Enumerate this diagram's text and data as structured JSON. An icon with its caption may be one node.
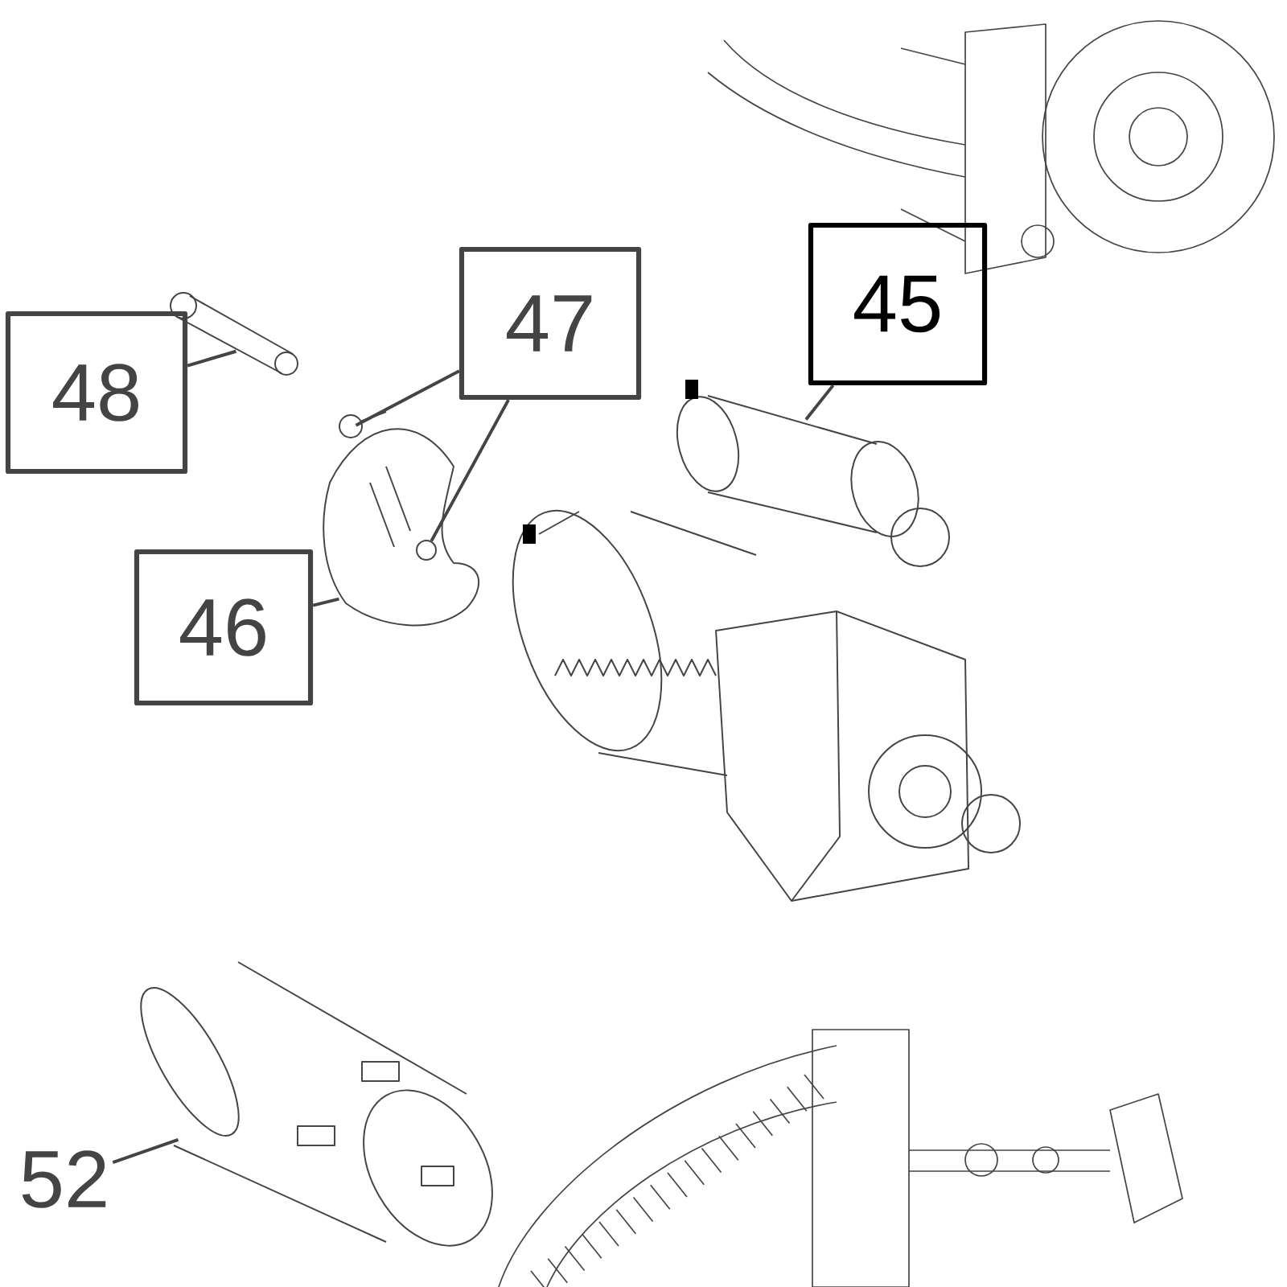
{
  "diagram": {
    "nodes": [
      {
        "text": [
          "45"
        ]
      },
      {
        "text": [
          "47"
        ]
      },
      {
        "text": [
          "48"
        ]
      },
      {
        "text": [
          "46"
        ]
      },
      {
        "text": [
          "52"
        ]
      },
      {
        "text": [],
        "shape": "picture"
      },
      {
        "text": [],
        "shape": "picture"
      },
      {
        "text": [],
        "shape": "circle",
        "in": 9
      },
      {
        "text": [],
        "shape": "picture"
      },
      {
        "text": [],
        "shape": "picture"
      },
      {
        "text": [],
        "shape": "picture"
      }
    ],
    "edges": [
      {
        "from": 0,
        "to": 5,
        "arrow": "none"
      },
      {
        "from": 1,
        "to": 6,
        "arrow": "none"
      },
      {
        "from": 1,
        "to": 7,
        "arrow": "none"
      },
      {
        "from": 2,
        "to": 8,
        "arrow": "none"
      },
      {
        "from": 3,
        "to": 9,
        "arrow": "none"
      },
      {
        "from": 4,
        "to": 10,
        "arrow": "none"
      }
    ]
  }
}
